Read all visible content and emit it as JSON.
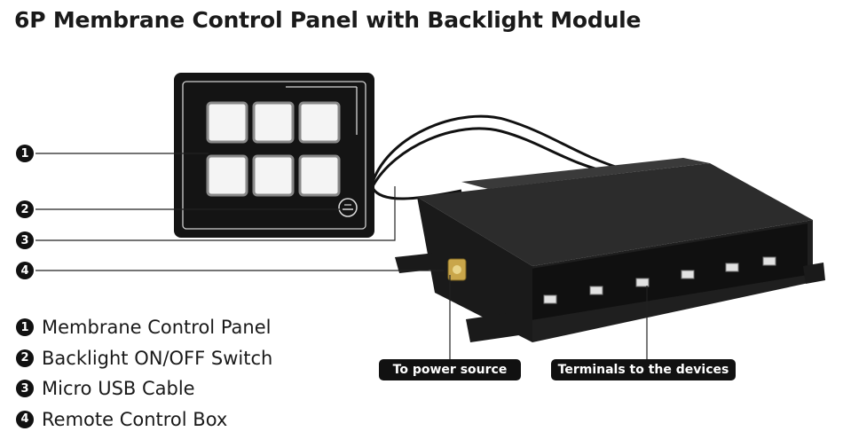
{
  "title": "6P Membrane Control Panel with Backlight Module",
  "markers": [
    "1",
    "2",
    "3",
    "4"
  ],
  "legend": [
    {
      "num": "1",
      "label": "Membrane Control Panel"
    },
    {
      "num": "2",
      "label": "Backlight ON/OFF Switch"
    },
    {
      "num": "3",
      "label": "Micro USB Cable"
    },
    {
      "num": "4",
      "label": "Remote Control Box"
    }
  ],
  "callouts": {
    "power": "To power source",
    "terminals": "Terminals to the devices"
  }
}
